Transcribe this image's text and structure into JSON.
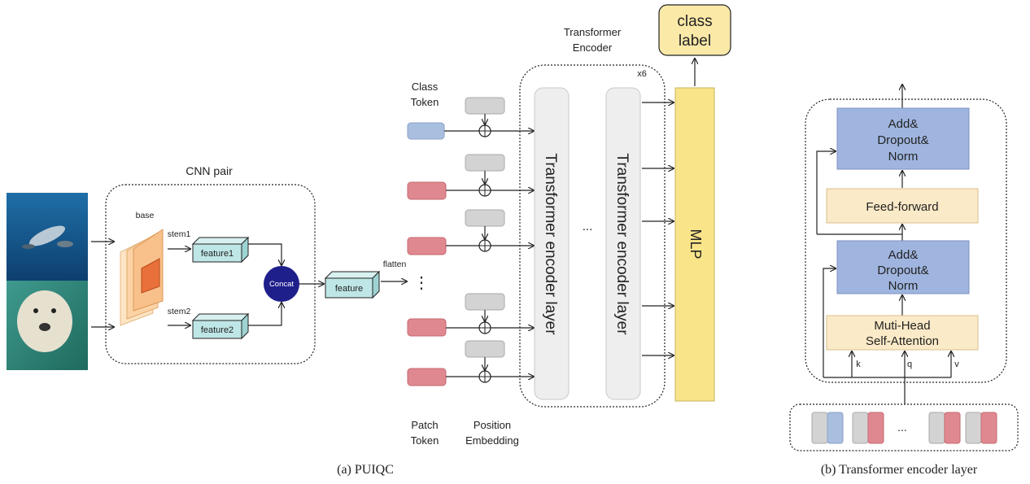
{
  "cnn": {
    "title": "CNN pair",
    "base_label": "base",
    "stem1_label": "stem1",
    "stem2_label": "stem2",
    "feature1": "feature1",
    "feature2": "feature2",
    "concat": "Concat",
    "feature": "feature",
    "flatten": "flatten",
    "ellipsis": "⋮"
  },
  "tokens": {
    "class_token_line1": "Class",
    "class_token_line2": "Token",
    "patch_token_line1": "Patch",
    "patch_token_line2": "Token",
    "position_line1": "Position",
    "position_line2": "Embedding"
  },
  "encoder": {
    "title_line1": "Transformer",
    "title_line2": "Encoder",
    "repeat": "x6",
    "layer_label": "Transformer encoder layer",
    "ellipsis": "...",
    "mlp": "MLP",
    "class_label_line1": "class",
    "class_label_line2": "label"
  },
  "detail": {
    "addnorm_top": [
      "Add&",
      "Dropout&",
      "Norm"
    ],
    "feed_forward": "Feed-forward",
    "addnorm_bottom": [
      "Add&",
      "Dropout&",
      "Norm"
    ],
    "attention": [
      "Muti-Head",
      "Self-Attention"
    ],
    "k": "k",
    "q": "q",
    "v": "v",
    "ellipsis": "..."
  },
  "captions": {
    "a": "(a) PUIQC",
    "b": "(b) Transformer encoder layer"
  },
  "colors": {
    "class_token": "#a9bfe0",
    "patch_token": "#e0888f",
    "pos_embed": "#d3d3d3",
    "feature_box": "#bfe6e6",
    "concat": "#1f1f8c",
    "mlp": "#f9e48a",
    "class_label": "#fbe9a8",
    "addnorm": "#9fb5df",
    "feed_forward": "#fbeac7"
  }
}
